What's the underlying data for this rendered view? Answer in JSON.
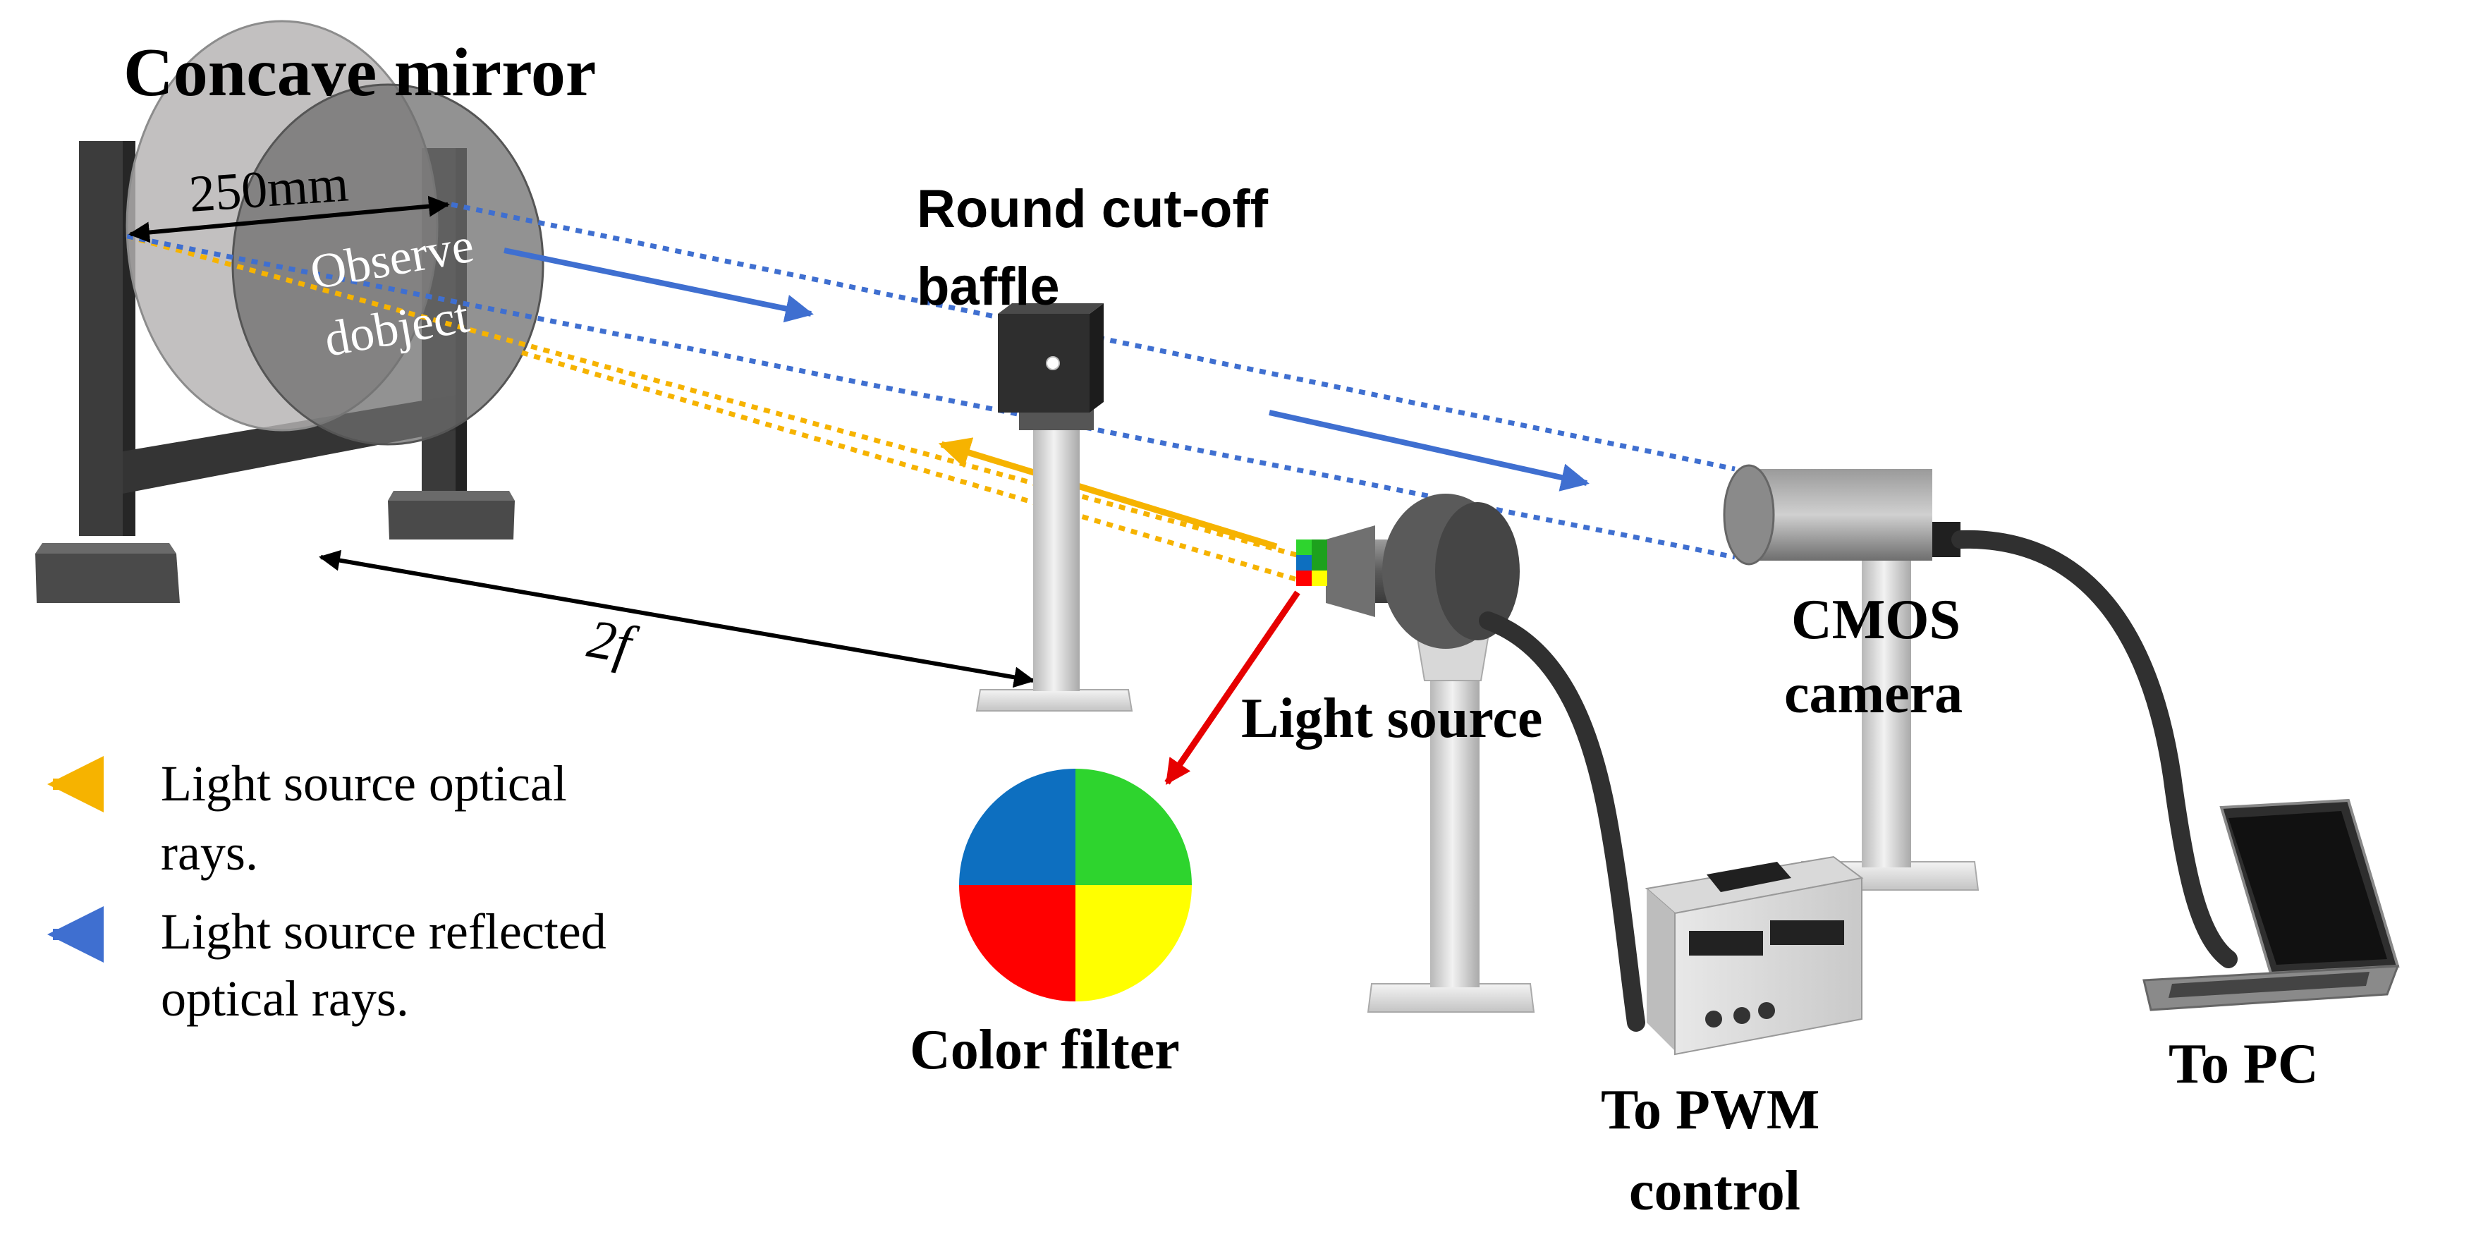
{
  "labels": {
    "concave_mirror": "Concave mirror",
    "dimension_250": "250mm",
    "observe_line1": "Observe",
    "observe_line2": "dobject",
    "baffle_line1": "Round cut-off",
    "baffle_line2": "baffle",
    "two_f": "2f",
    "light_source": "Light source",
    "cmos_line1": "CMOS",
    "cmos_line2": "camera",
    "color_filter": "Color filter",
    "pwm_line1": "To PWM",
    "pwm_line2": "control",
    "to_pc": "To PC"
  },
  "legend": {
    "items": [
      {
        "line1": "Light source optical",
        "line2": "rays.",
        "color": "#f6b300"
      },
      {
        "line1": "Light source reflected",
        "line2": "optical rays.",
        "color": "#3f6fd0"
      }
    ]
  },
  "colors": {
    "incident_ray": "#f6b300",
    "reflected_ray": "#3f6fd0",
    "pointer_arrow": "#e60000",
    "filter_blue": "#0d6fc0",
    "filter_green": "#2ed42e",
    "filter_red": "#ff0000",
    "filter_yellow": "#ffff00"
  }
}
